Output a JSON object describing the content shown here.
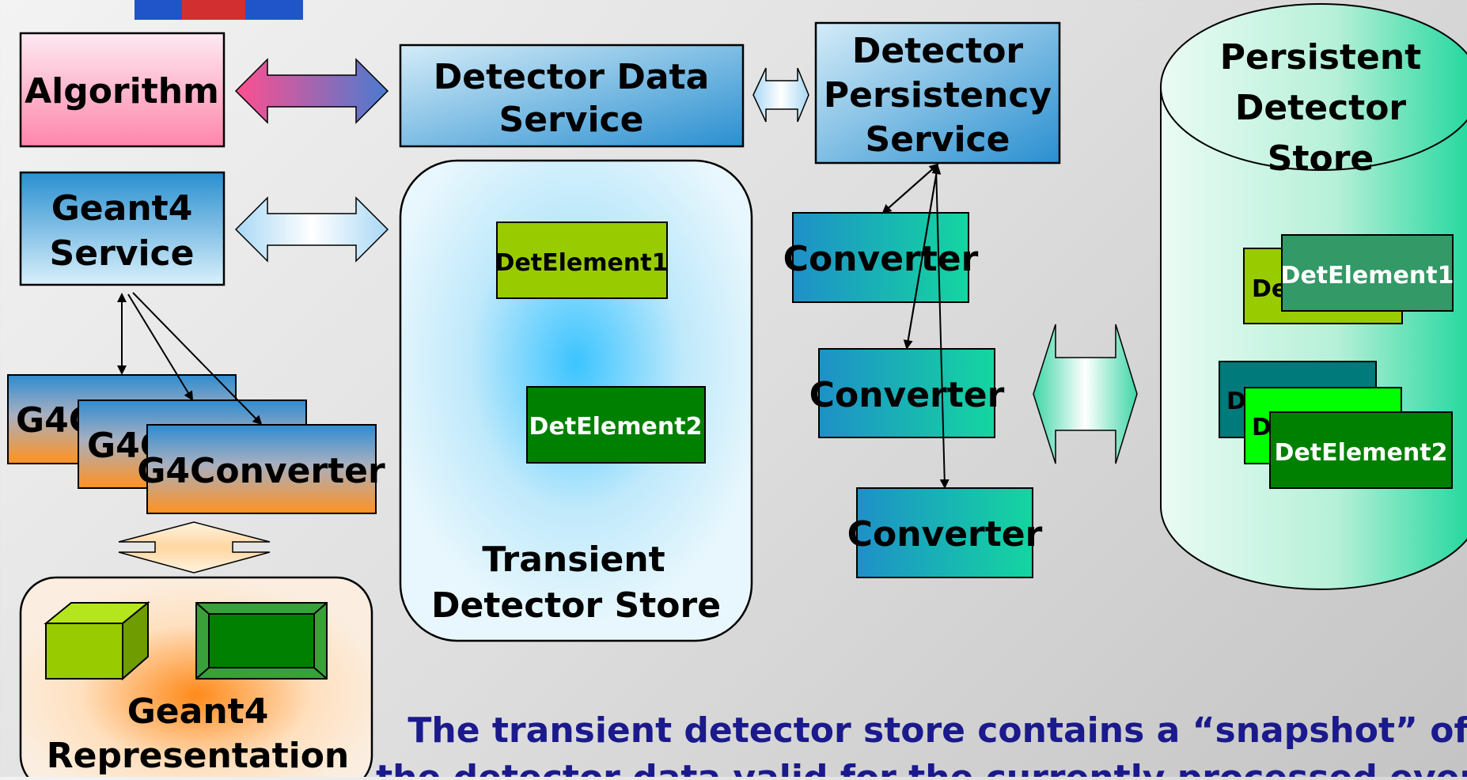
{
  "boxes": {
    "algorithm": "Algorithm",
    "detector_data_service": [
      "Detector Data",
      "Service"
    ],
    "detector_persistency_service": [
      "Detector",
      "Persistency",
      "Service"
    ],
    "geant4_service": [
      "Geant4",
      "Service"
    ],
    "g4converter_back1": "G4C",
    "g4converter_back2": "G4C",
    "g4converter_front": "G4Converter",
    "converter1": "Converter",
    "converter2": "Converter",
    "converter3": "Converter"
  },
  "transient_store": {
    "title": [
      "Transient",
      "Detector Store"
    ],
    "elements": [
      "DetElement1",
      "DetElement2"
    ]
  },
  "persistent_store": {
    "title": [
      "Persistent",
      "Detector",
      "Store"
    ],
    "back_elements": [
      "De",
      "D",
      "D"
    ],
    "elements": [
      "DetElement1",
      "DetElement2"
    ]
  },
  "geant4_representation": [
    "Geant4",
    "Representation"
  ],
  "caption": [
    "The transient detector store contains a “snapshot” of",
    "the detector data valid for the currently processed event"
  ]
}
